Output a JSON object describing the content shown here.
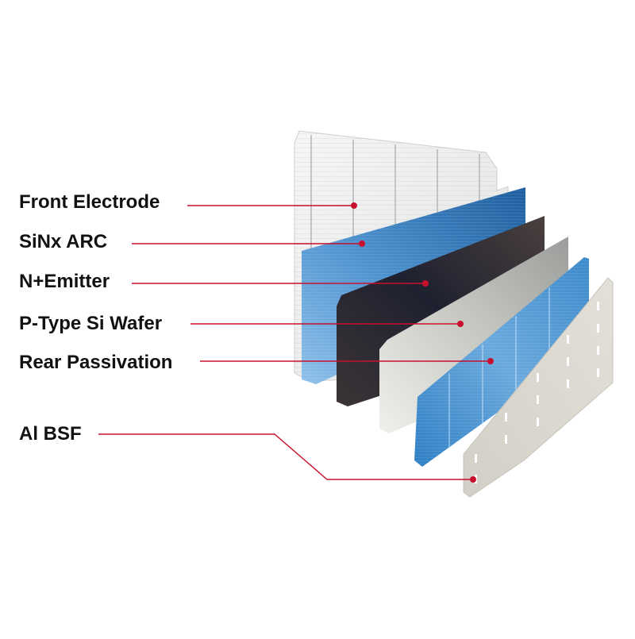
{
  "layers": [
    {
      "id": "front-electrode",
      "label": "Front Electrode"
    },
    {
      "id": "sinx-arc",
      "label": "SiNx ARC"
    },
    {
      "id": "n-emitter",
      "label": "N+Emitter"
    },
    {
      "id": "p-type-wafer",
      "label": "P-Type Si Wafer"
    },
    {
      "id": "rear-passivation",
      "label": "Rear Passivation"
    },
    {
      "id": "al-bsf",
      "label": "Al BSF"
    }
  ],
  "colors": {
    "leader_line": "#c8102e",
    "label_text": "#111111",
    "front_electrode": "#f1f1f1",
    "sinx_arc": "#3b82c4",
    "n_emitter": "#2a2b36",
    "p_type_wafer": "#d9d9d4",
    "rear_passivation": "#4b92d0",
    "al_bsf": "#d7d5cc"
  }
}
